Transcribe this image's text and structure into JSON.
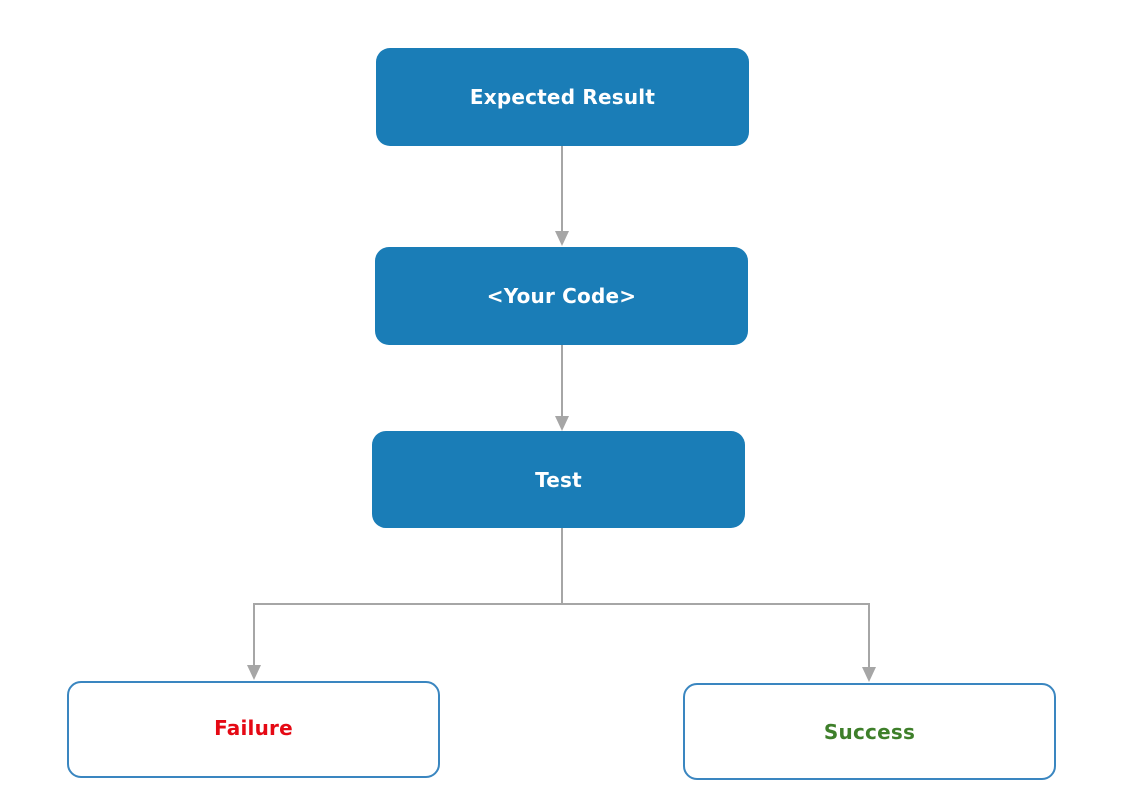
{
  "diagram": {
    "nodes": {
      "expected": {
        "label": "Expected Result"
      },
      "code": {
        "label": "<Your Code>"
      },
      "test": {
        "label": "Test"
      },
      "failure": {
        "label": "Failure",
        "color": "#e50914"
      },
      "success": {
        "label": "Success",
        "color": "#3e7f2a"
      }
    },
    "colors": {
      "node_fill": "#1a7db7",
      "node_outline": "#3a86c0",
      "connector": "#a6a6a6"
    },
    "edges": [
      {
        "from": "expected",
        "to": "code"
      },
      {
        "from": "code",
        "to": "test"
      },
      {
        "from": "test",
        "to": "failure"
      },
      {
        "from": "test",
        "to": "success"
      }
    ]
  }
}
